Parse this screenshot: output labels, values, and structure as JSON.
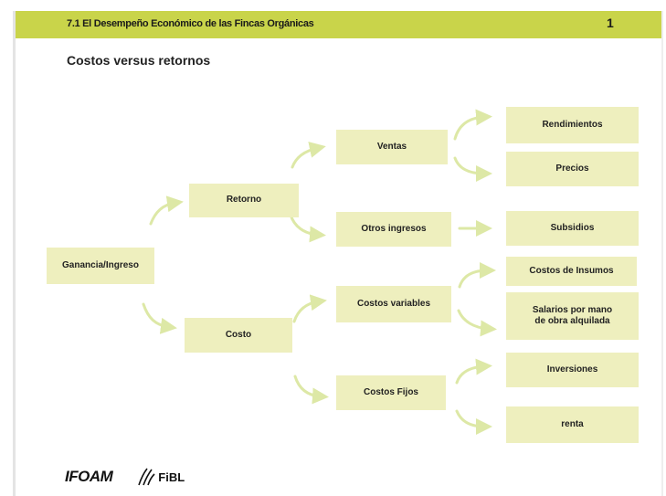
{
  "header": {
    "title": "7.1 El Desempeño Económico de las Fincas Orgánicas",
    "page_number": "1"
  },
  "page_title": "Costos versus retornos",
  "nodes": {
    "ganancia": "Ganancia/Ingreso",
    "retorno": "Retorno",
    "costo": "Costo",
    "ventas": "Ventas",
    "otros_ingresos": "Otros ingresos",
    "costos_variables": "Costos variables",
    "costos_fijos": "Costos Fijos",
    "rendimientos": "Rendimientos",
    "precios": "Precios",
    "subsidios": "Subsidios",
    "costos_insumos": "Costos de Insumos",
    "salarios": "Salarios por mano de obra alquilada",
    "inversiones": "Inversiones",
    "renta": "renta"
  },
  "logos": {
    "ifoam": "IFOAM",
    "fibl": "FiBL"
  },
  "colors": {
    "header_bar": "#c9d44a",
    "node_fill": "#eeefbe",
    "arrow": "#dde8a6"
  }
}
